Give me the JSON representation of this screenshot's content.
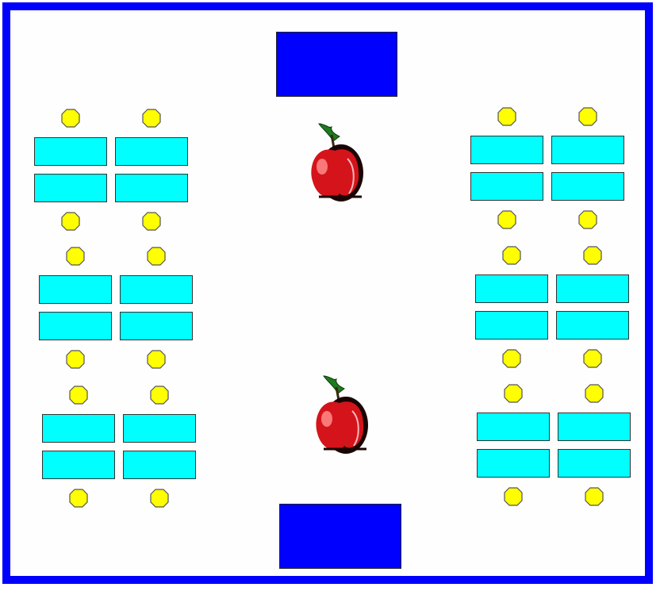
{
  "room": {
    "wall_color": "#0000ff",
    "floor_color": "#fefefe"
  },
  "teacher_desks": {
    "count": 2,
    "color": "#0000ff"
  },
  "student_desks": {
    "count": 24,
    "color": "#00ffff",
    "groups_per_side": 3,
    "desks_per_group": 4
  },
  "seats": {
    "count": 24,
    "shape": "octagon",
    "color": "#ffff00"
  },
  "decorations": [
    {
      "icon": "apple-icon"
    },
    {
      "icon": "apple-icon"
    }
  ]
}
